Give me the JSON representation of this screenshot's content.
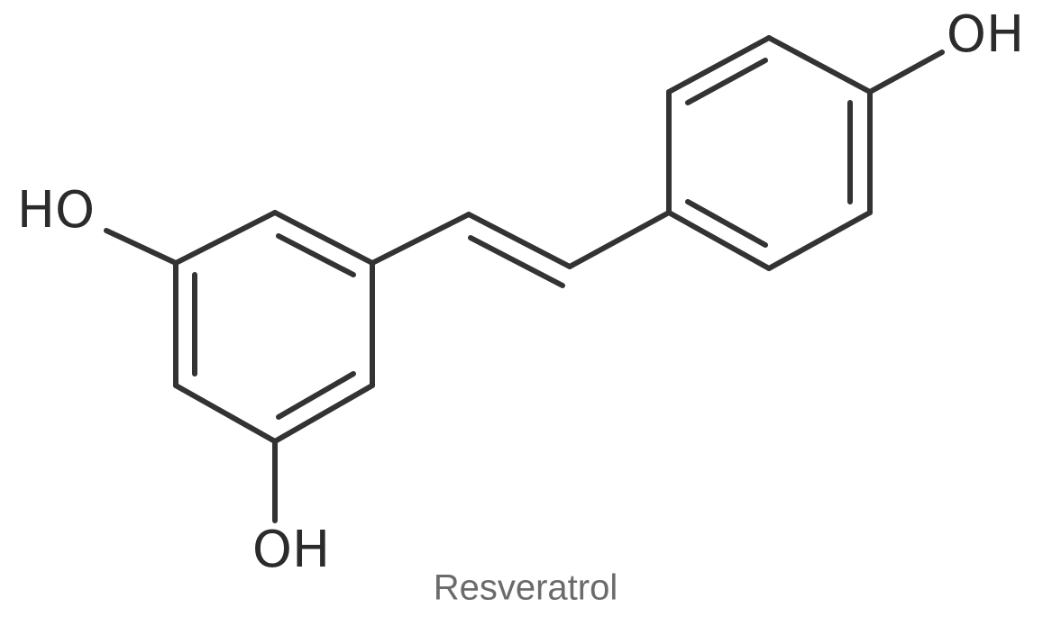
{
  "molecule": {
    "name": "Resveratrol",
    "atom_labels": {
      "oh_top_right": "OH",
      "oh_left": "HO",
      "oh_bottom": "OH"
    }
  },
  "colors": {
    "bond": "#333333",
    "label": "#2b2b2b",
    "caption": "#6b6b6b",
    "background": "#ffffff"
  }
}
